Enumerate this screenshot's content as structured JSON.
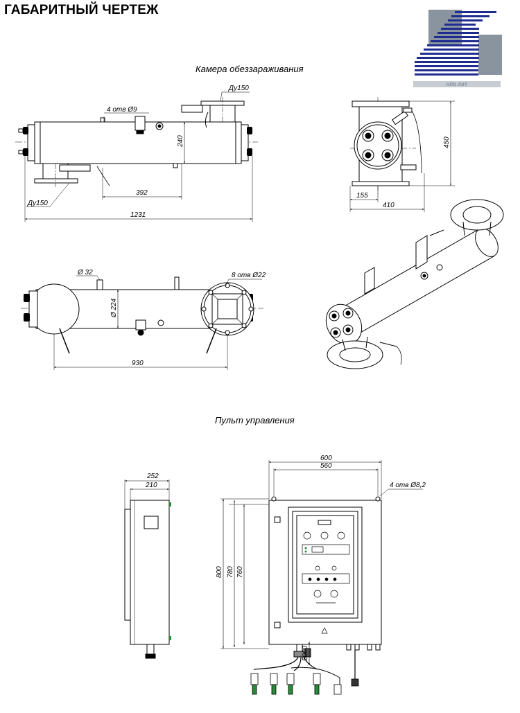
{
  "page_title": "ГАБАРИТНЫЙ ЧЕРТЕЖ",
  "sections": {
    "chamber": "Камера обеззараживания",
    "panel": "Пульт управления"
  },
  "chamber_dims": {
    "holes_top": "4 отв Ø9",
    "flange_top": "Ду150",
    "height": "240",
    "flange_bottom": "Ду150",
    "len_392": "392",
    "len_1231": "1231",
    "side_height": "450",
    "side_155": "155",
    "side_410": "410",
    "dia_32": "Ø 32",
    "holes_flange": "8 отв Ø22",
    "dia_224": "Ø 224",
    "len_930": "930"
  },
  "panel_dims": {
    "depth_252": "252",
    "depth_210": "210",
    "width_600": "600",
    "width_560": "560",
    "holes": "4 отв Ø8,2",
    "h_800": "800",
    "h_780": "780",
    "h_760": "760",
    "cable_5000": "5000"
  },
  "logo": {
    "caption": "НПО ЛИТ",
    "colors": {
      "stripe": "#1e2b8f",
      "block": "#8a949f"
    }
  }
}
